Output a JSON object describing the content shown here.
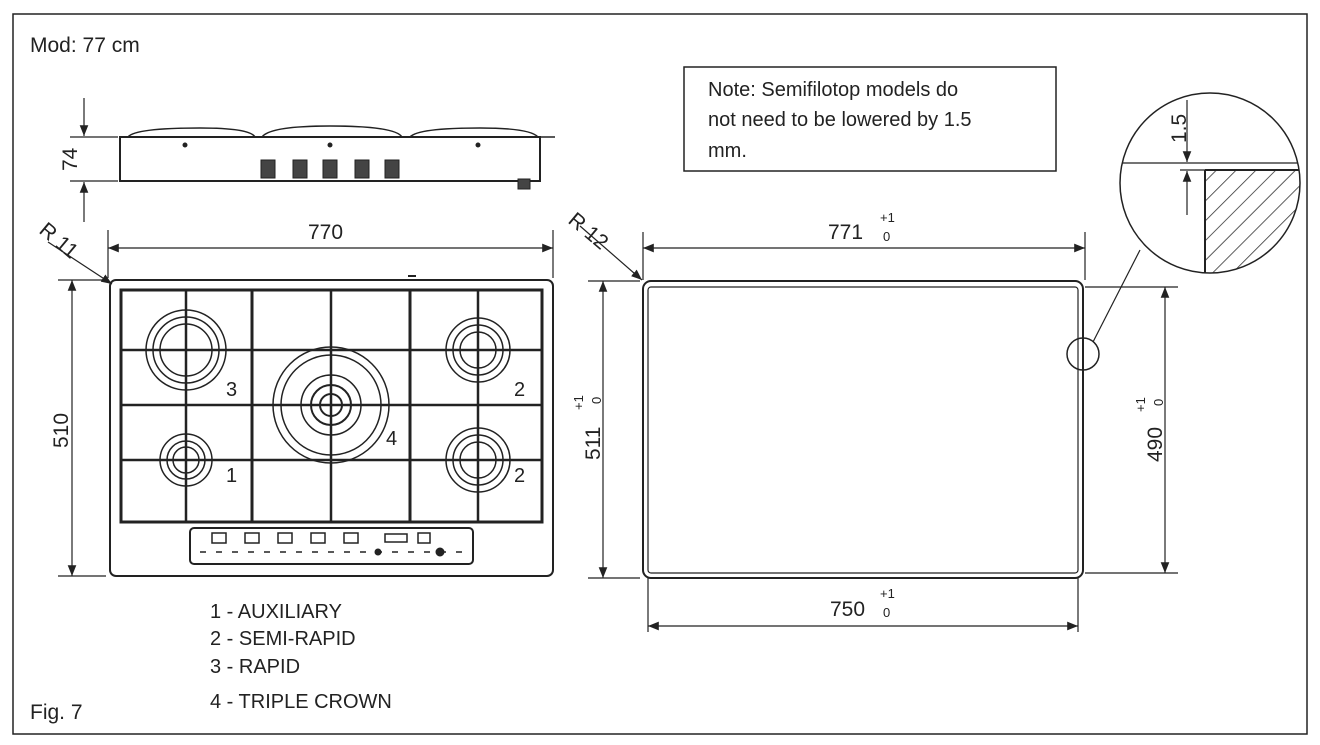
{
  "figure": {
    "model": "Mod: 77 cm",
    "fig_label": "Fig. 7",
    "note": [
      "Note: Semifilotop models do",
      "not need to be lowered by 1.5",
      "mm."
    ],
    "detail_dim": "1.5"
  },
  "hob": {
    "height_dim": "74",
    "width_dim": "770",
    "depth_dim": "510",
    "radius": "R 11",
    "burner_numbers": [
      "3",
      "1",
      "4",
      "2",
      "2"
    ]
  },
  "cutout": {
    "radius": "R 12",
    "top_width": "771",
    "top_tol_plus": "+1",
    "top_tol_zero": "0",
    "left_depth": "511",
    "left_tol_plus": "+1",
    "left_tol_zero": "0",
    "right_depth": "490",
    "right_tol_plus": "+1",
    "right_tol_zero": "0",
    "bottom_width": "750",
    "bottom_tol_plus": "+1",
    "bottom_tol_zero": "0"
  },
  "legend": [
    "1 - AUXILIARY",
    "2 - SEMI-RAPID",
    "3 - RAPID",
    "4 - TRIPLE CROWN"
  ],
  "colors": {
    "line": "#222222",
    "background": "#ffffff"
  }
}
